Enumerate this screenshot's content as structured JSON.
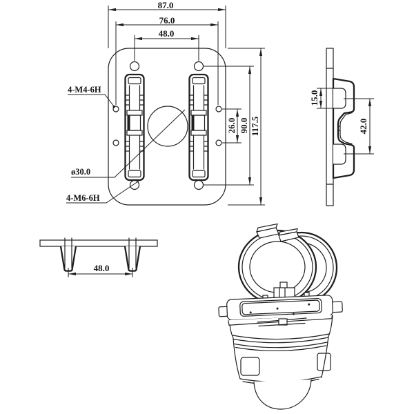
{
  "front_view": {
    "dim_outer_width": "87.0",
    "dim_hole_span_width": "76.0",
    "dim_top_hole_span": "48.0",
    "dim_outer_height": "117.5",
    "dim_hole_span_height": "90.0",
    "dim_side_hole_span": "26.0",
    "label_small_holes": "4-M4-6H",
    "label_large_holes": "4-M6-6H",
    "label_center_hole": "ø30.0"
  },
  "side_view": {
    "dim_hook_depth": "15.0",
    "dim_hook_span": "42.0"
  },
  "bottom_view": {
    "dim_peg_span": "48.0"
  },
  "colors": {
    "line": "#1f1f1f",
    "background": "#ffffff"
  }
}
